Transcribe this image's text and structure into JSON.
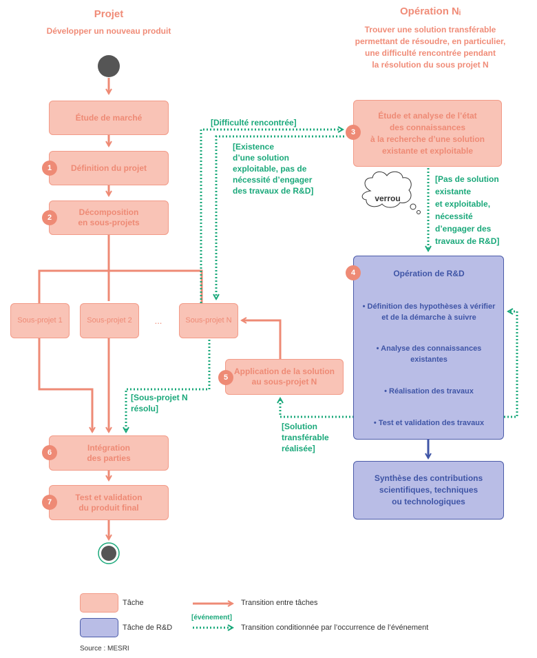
{
  "header_left": {
    "title": "Projet",
    "subtitle": "Développer un nouveau produit"
  },
  "header_right": {
    "title": "Opération Nᵢ",
    "subtitle_lines": [
      "Trouver une solution transférable",
      "permettant de résoudre, en particulier,",
      "une difficulté rencontrée pendant",
      "la résolution du sous projet N"
    ]
  },
  "tasks": {
    "market": "Étude de marché",
    "definition": "Définition du projet",
    "decomposition_1": "Décomposition",
    "decomposition_2": "en sous-projets",
    "sub1": "Sous-projet 1",
    "sub2": "Sous-projet 2",
    "ellipsis": "...",
    "subN": "Sous-projet N",
    "application_1": "Application de la solution",
    "application_2": "au sous-projet N",
    "integration_1": "Intégration",
    "integration_2": "des parties",
    "test_1": "Test et validation",
    "test_2": "du produit final",
    "study_1": "Étude et analyse de l’état",
    "study_2": "des connaissances",
    "study_3": "à la recherche d’une solution",
    "study_4": "existante et exploitable"
  },
  "badges": [
    "1",
    "2",
    "3",
    "4",
    "5",
    "6",
    "7"
  ],
  "rd_operation": {
    "title": "Opération de R&D",
    "items": [
      "• Définition des hypothèses à vérifier",
      "et de la démarche à suivre",
      "• Analyse des connaissances",
      "existantes",
      "• Réalisation des travaux",
      "• Test et validation des travaux"
    ]
  },
  "synthesis": [
    "Synthèse des contributions",
    "scientifiques, techniques",
    "ou technologiques"
  ],
  "conditions": {
    "difficulty": "[Difficulté rencontrée]",
    "existence": [
      "[Existence",
      "d’une solution",
      "exploitable, pas de",
      "nécessité d’engager",
      "des travaux de R&D]"
    ],
    "no_solution": [
      "[Pas de solution",
      "existante",
      "et exploitable,",
      "nécessité",
      "d’engager des",
      "travaux de R&D]"
    ],
    "subproject_resolved": [
      "[Sous-projet N",
      "résolu]"
    ],
    "solution_transferable": [
      "[Solution",
      "transférable",
      "réalisée]"
    ]
  },
  "cloud_label": "verrou",
  "legend": {
    "task": "Tâche",
    "rd_task": "Tâche de R&D",
    "transition": "Transition entre tâches",
    "event_tag": "[événement]",
    "conditional": "Transition conditionnée par l’occurrence de l’événement"
  },
  "source": "Source : MESRI",
  "colors": {
    "task_fill": "#f9c3b6",
    "task_border": "#f29a87",
    "task_text": "#ee8a75",
    "rd_fill": "#b9bde6",
    "rd_border": "#4a5aa8",
    "condition": "#1aa87a"
  }
}
